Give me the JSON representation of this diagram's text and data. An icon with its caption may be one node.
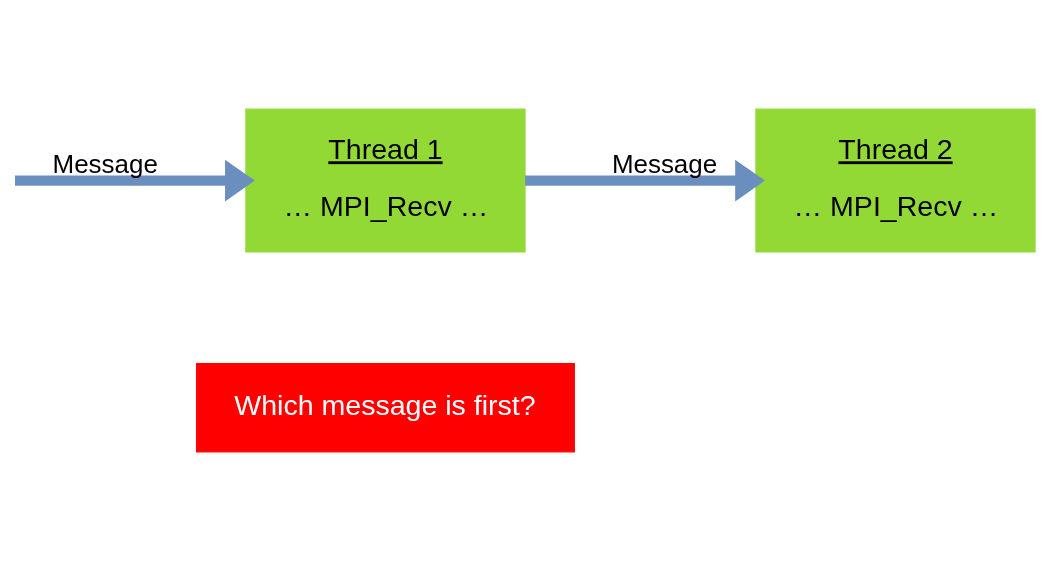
{
  "diagram": {
    "nodes": [
      {
        "text": [
          "Thread 1",
          "… MPI_Recv …"
        ]
      },
      {
        "text": [
          "Thread 2",
          "… MPI_Recv …"
        ]
      },
      {
        "text": [
          "Which message is first?"
        ]
      }
    ],
    "edges": [
      {
        "from": null,
        "to": 0,
        "arrow": "to",
        "label": "Message"
      },
      {
        "from": 0,
        "to": 1,
        "arrow": "to",
        "label": "Message"
      }
    ]
  }
}
